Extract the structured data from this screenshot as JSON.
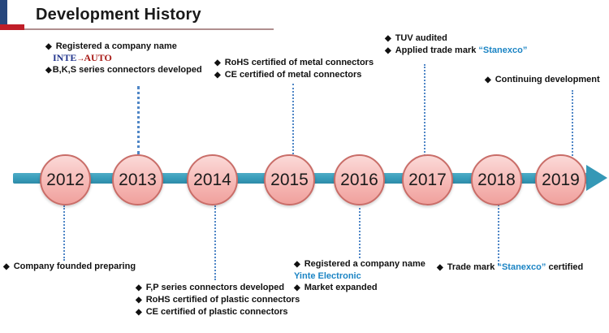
{
  "header": {
    "title": "Development History"
  },
  "icons": {
    "bullet": "◆",
    "brand_arrow": "→"
  },
  "colors": {
    "timeline_teal": "#3A9FBC",
    "circle_fill": "#F6B9B6",
    "circle_border": "#C96D68",
    "connector_blue": "#4F86C6",
    "highlight_blue": "#1B84C4",
    "brand_blue": "#22358C",
    "brand_red": "#A81A16",
    "header_red": "#C01E28",
    "header_navy": "#27477D"
  },
  "timeline": {
    "years": [
      "2012",
      "2013",
      "2014",
      "2015",
      "2016",
      "2017",
      "2018",
      "2019"
    ]
  },
  "events": {
    "e2013": {
      "line1": "Registered a company name",
      "brand_left": "INTE",
      "brand_right": "AUTO",
      "line2": "B,K,S series connectors developed"
    },
    "e2015": {
      "line1": "RoHS certified of metal connectors",
      "line2": "CE certified of metal connectors"
    },
    "e2017": {
      "line1": "TUV audited",
      "line2_pre": "Applied trade mark ",
      "line2_mark": "“Stanexco”"
    },
    "e2019": {
      "line1": "Continuing development"
    },
    "e2012": {
      "line1": "Company founded preparing"
    },
    "e2014": {
      "line1": "F,P series connectors developed",
      "line2": "RoHS certified of plastic connectors",
      "line3": "CE certified of plastic connectors"
    },
    "e2016": {
      "line1": "Registered a company name",
      "company": "Yinte Electronic",
      "line2": "Market expanded"
    },
    "e2018": {
      "pre": "Trade mark ",
      "mark": "“Stanexco”",
      "post": " certified"
    }
  }
}
